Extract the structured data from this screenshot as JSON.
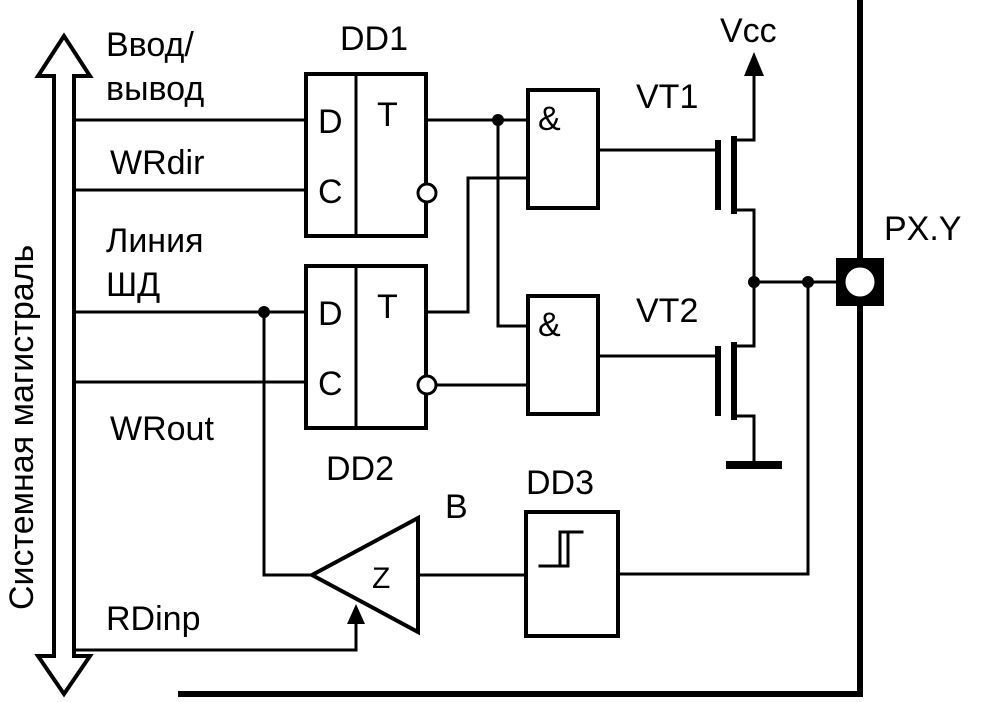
{
  "bus_label": "Системная магистраль",
  "signals": {
    "io_line1": "Ввод/",
    "io_line2": "вывод",
    "wrdir": "WRdir",
    "data_line1": "Линия",
    "data_line2": "ШД",
    "wrout": "WRout",
    "rdinp": "RDinp"
  },
  "dd1": {
    "name": "DD1",
    "d": "D",
    "c": "C",
    "t": "T"
  },
  "dd2": {
    "name": "DD2",
    "d": "D",
    "c": "C",
    "t": "T"
  },
  "dd3": {
    "name": "DD3"
  },
  "and_gate_symbol": "&",
  "vt1": "VT1",
  "vt2": "VT2",
  "vcc": "Vcc",
  "buffer": {
    "name": "B",
    "symbol": "Z"
  },
  "pin": "PX.Y"
}
